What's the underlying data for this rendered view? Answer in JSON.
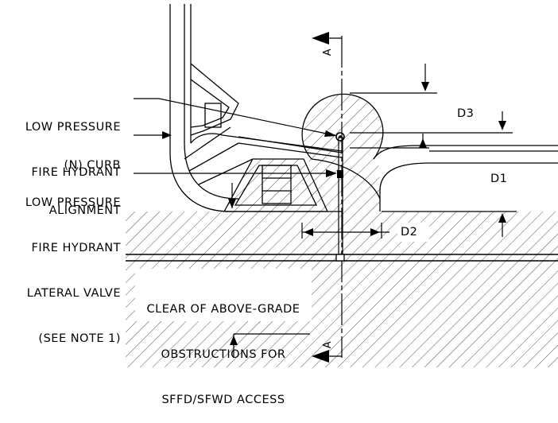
{
  "labels": {
    "hydrant": [
      "LOW PRESSURE",
      "FIRE HYDRANT"
    ],
    "curb": [
      "(N) CURB",
      "ALIGNMENT"
    ],
    "valve": [
      "LOW PRESSURE",
      "FIRE HYDRANT",
      "LATERAL VALVE",
      "(SEE NOTE 1)"
    ],
    "clear": [
      "CLEAR OF ABOVE-GRADE",
      "OBSTRUCTIONS FOR",
      "SFFD/SFWD ACCESS"
    ],
    "d1": "D1",
    "d2": "D2",
    "d3": "D3",
    "section": "A"
  }
}
